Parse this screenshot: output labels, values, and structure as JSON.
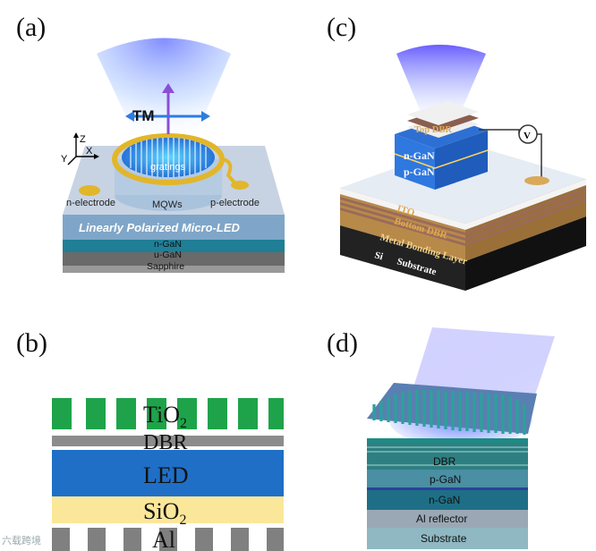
{
  "panels": {
    "a": {
      "label": "(a)",
      "tm": "TM",
      "axes": {
        "z": "Z",
        "y": "Y",
        "x": "X"
      },
      "gratings": "gratings",
      "mqws": "MQWs",
      "n_electrode": "n-electrode",
      "p_electrode": "p-electrode",
      "title": "Linearly Polarized Micro-LED",
      "layers": [
        "n-GaN",
        "u-GaN",
        "Sapphire"
      ]
    },
    "b": {
      "label": "(b)",
      "tio2": "TiO",
      "tio2_sub": "2",
      "dbr": "DBR",
      "led": "LED",
      "sio2": "SiO",
      "sio2_sub": "2",
      "al": "Al"
    },
    "c": {
      "label": "(c)",
      "top_dbr": "Top DBR",
      "n_gan": "n-GaN",
      "p_gan": "p-GaN",
      "voltmeter": "V",
      "ito": "ITO",
      "bottom_dbr": "Bottom DBR",
      "metal_bonding": "Metal Bonding Layer",
      "si": "Si",
      "substrate": "Substrate"
    },
    "d": {
      "label": "(d)",
      "layers": [
        "DBR",
        "p-GaN",
        "n-GaN",
        "Al reflector",
        "Substrate"
      ]
    }
  },
  "watermark": "六载跨境",
  "colors": {
    "grating_green": "#1ea34a",
    "led_blue": "#1f6fc7",
    "sio2_yellow": "#fbe79a",
    "al_gray": "#808080",
    "electrode_gold": "#e2b62a"
  }
}
